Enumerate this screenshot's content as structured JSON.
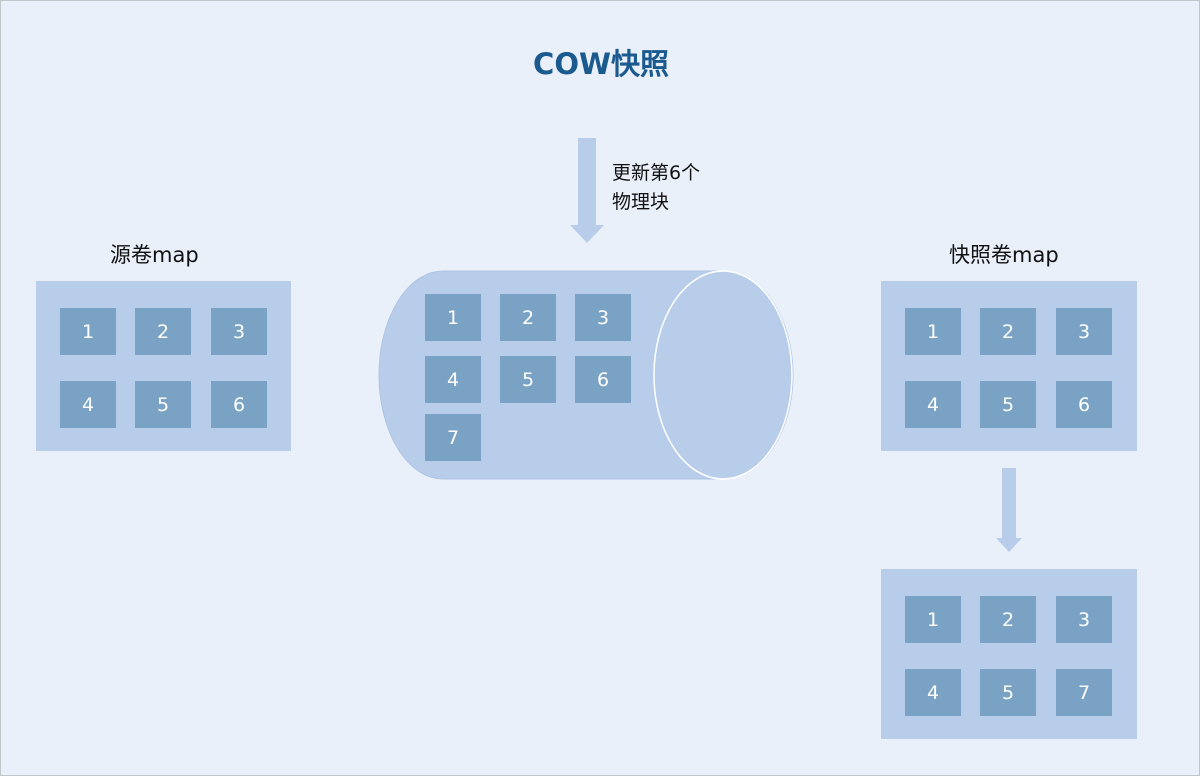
{
  "title": "COW快照",
  "source_map": {
    "label": "源卷map",
    "blocks": [
      "1",
      "2",
      "3",
      "4",
      "5",
      "6"
    ]
  },
  "volume": {
    "blocks": [
      "1",
      "2",
      "3",
      "4",
      "5",
      "6",
      "7"
    ]
  },
  "update_note": {
    "line1": "更新第6个",
    "line2": "物理块"
  },
  "snapshot_map": {
    "label": "快照卷map",
    "blocks": [
      "1",
      "2",
      "3",
      "4",
      "5",
      "6"
    ]
  },
  "snapshot_map_after": {
    "blocks": [
      "1",
      "2",
      "3",
      "4",
      "5",
      "7"
    ]
  },
  "colors": {
    "background": "#e9f0fa",
    "panel": "#b8cdea",
    "block": "#7aa2c4",
    "arrow": "#b8cdea",
    "title": "#1b5a8f"
  }
}
